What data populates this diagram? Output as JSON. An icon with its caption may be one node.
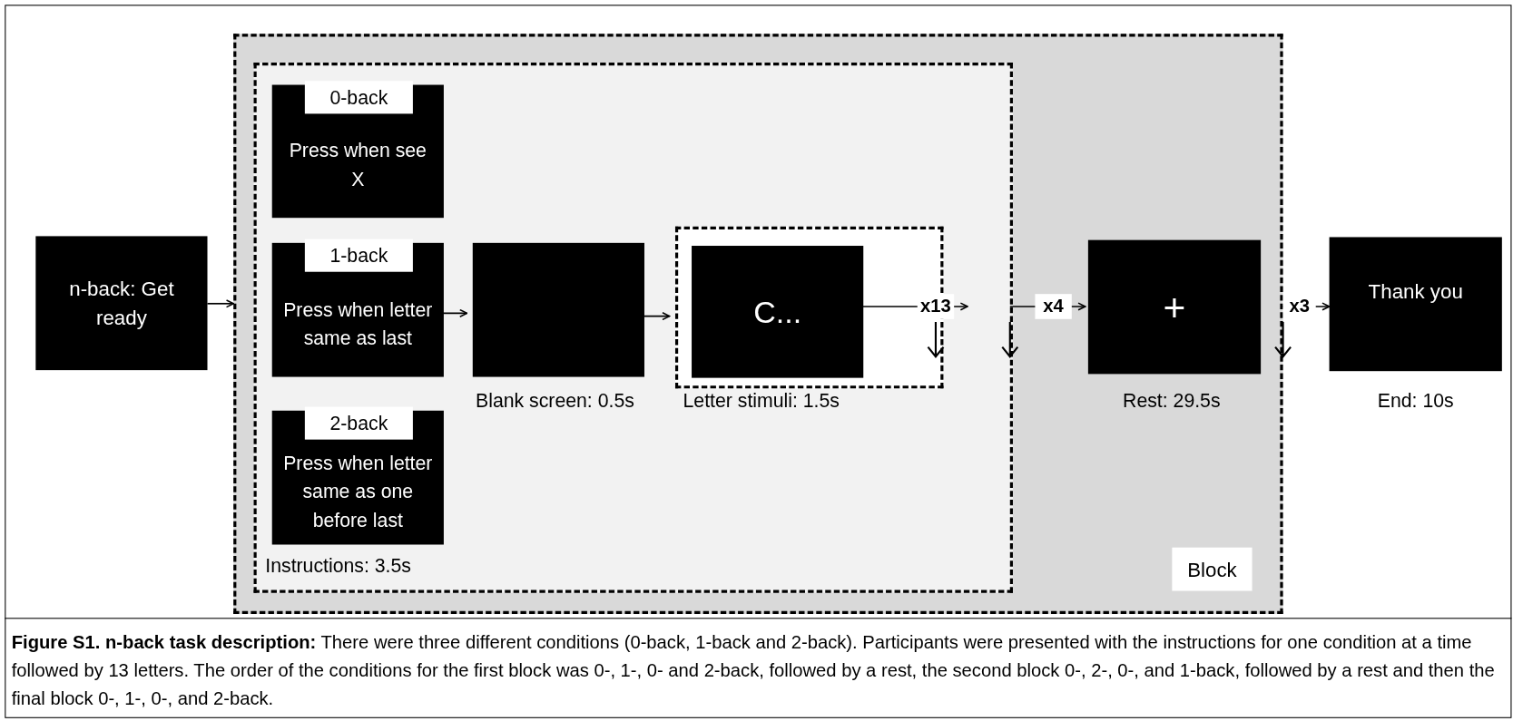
{
  "diagram": {
    "caption": "**Figure S1. n-back task description:** There were three different conditions (0-back, 1-back and 2-back). Participants were presented with the instructions for one condition at a time followed by 13 letters. The order of the conditions for the first block was 0-, 1-, 0- and 2-back, followed by a rest, the second block 0-, 2-, 0-, and 1-back, followed by a rest and then the final block 0-, 1-, 0-, and 2-back.",
    "nodes": [
      {
        "text": [
          "n-back: Get ready"
        ]
      },
      {
        "text": [
          "Block"
        ]
      },
      {
        "text": [],
        "shape": "box",
        "in": 1
      },
      {
        "text": [
          "0-back",
          "Press when see X"
        ],
        "in": 2
      },
      {
        "text": [
          "1-back",
          "Press when letter same as last"
        ],
        "in": 2
      },
      {
        "text": [
          "2-back",
          "Press when letter same as one before last"
        ],
        "in": 2
      },
      {
        "text": [],
        "shape": "box",
        "in": 2,
        "beside": [
          "Blank screen: 0.5s"
        ]
      },
      {
        "text": [],
        "shape": "box",
        "in": 2
      },
      {
        "text": [
          "C..."
        ],
        "in": 7,
        "beside": [
          "Letter stimuli: 1.5s"
        ]
      },
      {
        "text": [
          "+"
        ],
        "in": 1,
        "beside": [
          "Rest: 29.5s"
        ]
      },
      {
        "text": [
          "Thank you"
        ],
        "beside": [
          "End: 10s"
        ]
      }
    ],
    "edges": [
      {
        "from": 0,
        "to": 1,
        "arrow": "to"
      },
      {
        "from": 4,
        "to": 6,
        "arrow": "to"
      },
      {
        "from": 6,
        "to": 7,
        "arrow": "to"
      },
      {
        "from": 8,
        "to": null,
        "arrow": "to",
        "label": "x13"
      },
      {
        "from": 2,
        "to": 9,
        "arrow": "to",
        "label": "x4"
      },
      {
        "from": 1,
        "to": 10,
        "arrow": "to",
        "label": "x3"
      }
    ],
    "labels": [
      "Instructions: 3.5s"
    ]
  }
}
